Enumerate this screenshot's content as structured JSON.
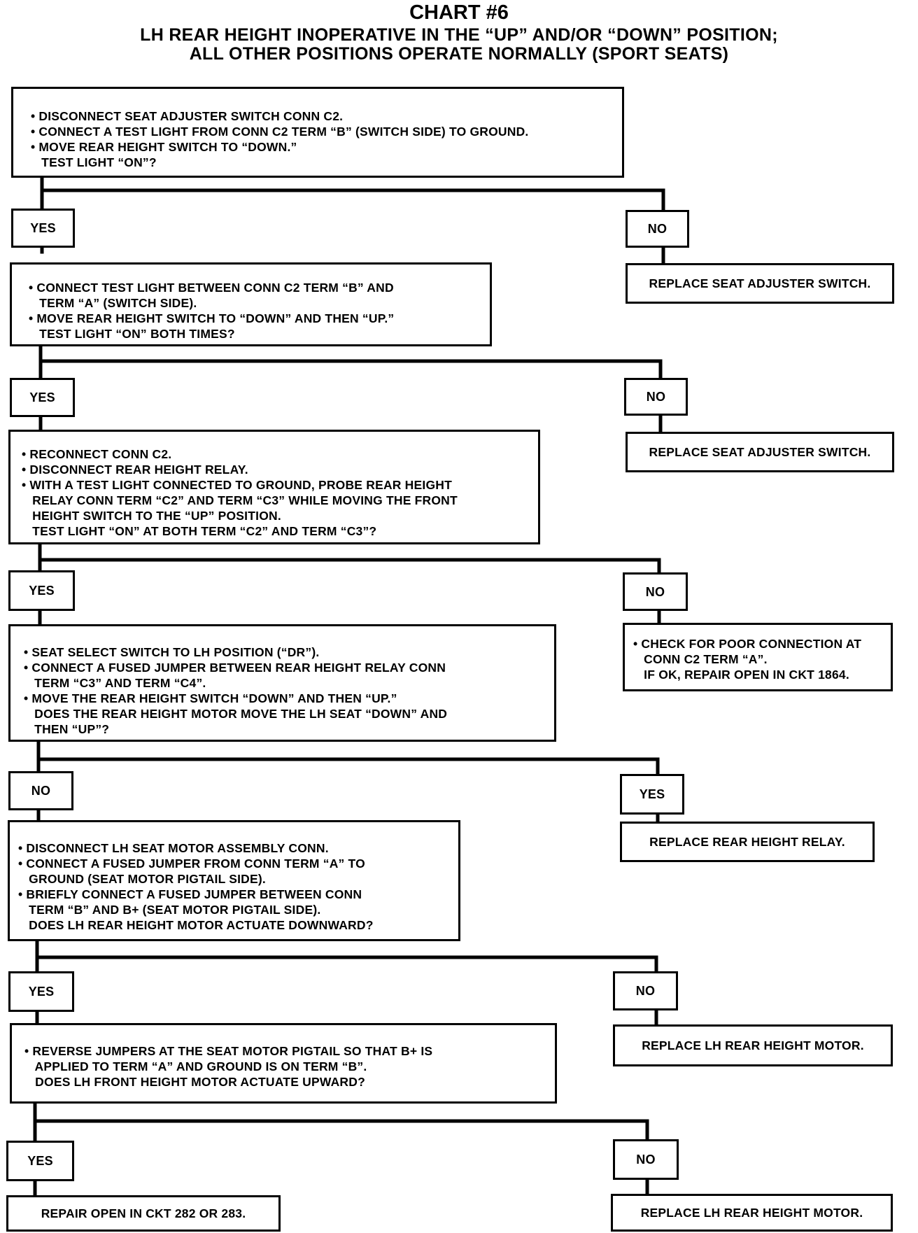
{
  "header": {
    "chart_no": "CHART #6",
    "title_line1": "LH REAR HEIGHT INOPERATIVE IN THE “UP” AND/OR “DOWN” POSITION;",
    "title_line2": "ALL OTHER POSITIONS OPERATE NORMALLY (SPORT SEATS)"
  },
  "steps": [
    {
      "lines": [
        "• DISCONNECT SEAT ADJUSTER SWITCH CONN C2.",
        "• CONNECT A TEST LIGHT FROM CONN C2 TERM “B” (SWITCH SIDE) TO GROUND.",
        "• MOVE REAR HEIGHT SWITCH TO “DOWN.”",
        "   TEST LIGHT “ON”?"
      ]
    },
    {
      "lines": [
        "• CONNECT TEST LIGHT BETWEEN CONN C2 TERM “B” AND",
        "   TERM “A” (SWITCH SIDE).",
        "• MOVE REAR HEIGHT SWITCH TO “DOWN” AND THEN “UP.”",
        "   TEST LIGHT “ON” BOTH TIMES?"
      ]
    },
    {
      "lines": [
        "• RECONNECT CONN C2.",
        "• DISCONNECT REAR HEIGHT RELAY.",
        "• WITH A TEST LIGHT CONNECTED TO GROUND, PROBE REAR HEIGHT",
        "   RELAY CONN TERM “C2” AND TERM “C3” WHILE MOVING THE FRONT",
        "   HEIGHT SWITCH TO THE “UP” POSITION.",
        "   TEST LIGHT “ON” AT BOTH TERM “C2” AND TERM “C3”?"
      ]
    },
    {
      "lines": [
        "• SEAT SELECT SWITCH TO LH POSITION (“DR”).",
        "• CONNECT A FUSED JUMPER BETWEEN REAR HEIGHT RELAY CONN",
        "   TERM “C3” AND TERM “C4”.",
        "• MOVE THE REAR HEIGHT SWITCH “DOWN” AND THEN “UP.”",
        "   DOES THE REAR HEIGHT MOTOR MOVE THE LH SEAT “DOWN” AND",
        "   THEN “UP”?"
      ]
    },
    {
      "lines": [
        "• DISCONNECT LH SEAT MOTOR ASSEMBLY CONN.",
        "• CONNECT A FUSED JUMPER FROM CONN TERM “A” TO",
        "   GROUND (SEAT MOTOR PIGTAIL SIDE).",
        "• BRIEFLY CONNECT A FUSED JUMPER BETWEEN CONN",
        "   TERM “B” AND B+ (SEAT MOTOR PIGTAIL SIDE).",
        "   DOES LH REAR HEIGHT MOTOR ACTUATE DOWNWARD?"
      ]
    },
    {
      "lines": [
        "• REVERSE JUMPERS AT THE SEAT MOTOR PIGTAIL SO THAT B+ IS",
        "   APPLIED TO TERM “A” AND GROUND IS ON TERM “B”.",
        "   DOES LH FRONT HEIGHT MOTOR ACTUATE UPWARD?"
      ]
    }
  ],
  "branches": {
    "b1_left": "YES",
    "b1_right": "NO",
    "b2_left": "YES",
    "b2_right": "NO",
    "b3_left": "YES",
    "b3_right": "NO",
    "b4_left": "NO",
    "b4_right": "YES",
    "b5_left": "YES",
    "b5_right": "NO",
    "b6_left": "YES",
    "b6_right": "NO"
  },
  "results": {
    "r1": {
      "lines": [
        "REPLACE SEAT ADJUSTER SWITCH."
      ]
    },
    "r2": {
      "lines": [
        "REPLACE SEAT ADJUSTER SWITCH."
      ]
    },
    "r3": {
      "lines": [
        "• CHECK FOR POOR CONNECTION AT",
        "   CONN C2 TERM “A”.",
        "   IF OK, REPAIR OPEN IN CKT 1864."
      ]
    },
    "r4": {
      "lines": [
        "REPLACE REAR HEIGHT RELAY."
      ]
    },
    "r5": {
      "lines": [
        "REPLACE LH REAR HEIGHT MOTOR."
      ]
    },
    "r6": {
      "lines": [
        "REPAIR OPEN IN CKT 282 OR 283."
      ]
    },
    "r7": {
      "lines": [
        "REPLACE LH REAR HEIGHT MOTOR."
      ]
    }
  }
}
